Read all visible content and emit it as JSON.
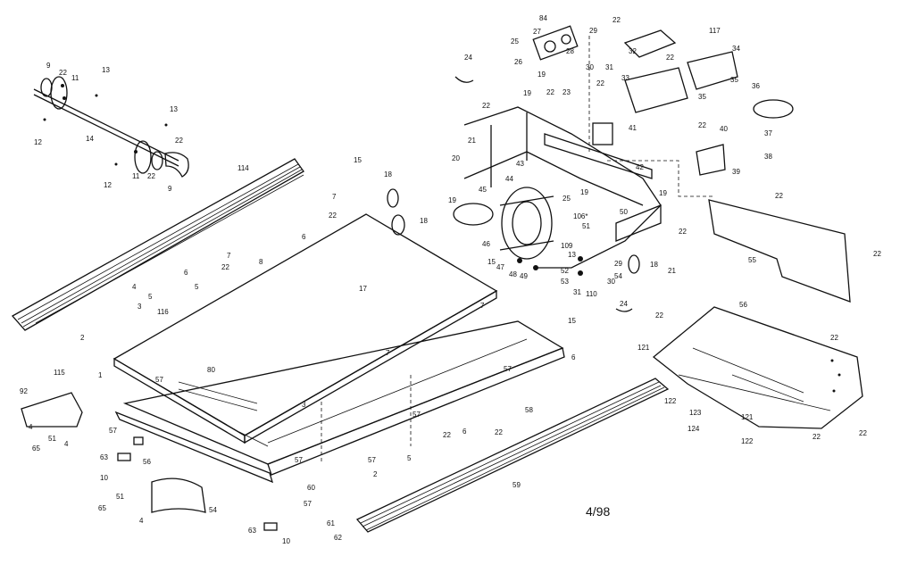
{
  "diagram": {
    "footer_date": "4/98",
    "parts": [
      {
        "id": "roller-front-axle",
        "label": "9"
      },
      {
        "id": "roller-front-22",
        "label": "22"
      },
      {
        "id": "roller-front-11",
        "label": "11"
      },
      {
        "id": "roller-front-13a",
        "label": "13"
      },
      {
        "id": "roller-front-12a",
        "label": "12"
      },
      {
        "id": "roller-front-14",
        "label": "14"
      },
      {
        "id": "roller-front-13b",
        "label": "13"
      },
      {
        "id": "roller-front-12b",
        "label": "12"
      },
      {
        "id": "roller-front-11b",
        "label": "11"
      },
      {
        "id": "roller-front-22b",
        "label": "22"
      },
      {
        "id": "roller-front-9b",
        "label": "9"
      },
      {
        "id": "roller-front-22c",
        "label": "22"
      },
      {
        "id": "rail-114",
        "label": "114"
      },
      {
        "id": "motor-84",
        "label": "84"
      },
      {
        "id": "motor-25",
        "label": "25"
      },
      {
        "id": "motor-27",
        "label": "27"
      },
      {
        "id": "motor-28",
        "label": "28"
      },
      {
        "id": "motor-26",
        "label": "26"
      },
      {
        "id": "motor-19a",
        "label": "19"
      },
      {
        "id": "motor-29",
        "label": "29"
      },
      {
        "id": "motor-30",
        "label": "30"
      },
      {
        "id": "motor-31a",
        "label": "31"
      },
      {
        "id": "pcb-22a",
        "label": "22"
      },
      {
        "id": "pcb-32",
        "label": "32"
      },
      {
        "id": "pcb-117",
        "label": "117"
      },
      {
        "id": "pcb-22b",
        "label": "22"
      },
      {
        "id": "pcb-33",
        "label": "33"
      },
      {
        "id": "pcb-34",
        "label": "34"
      },
      {
        "id": "pcb-35a",
        "label": "35"
      },
      {
        "id": "pcb-35b",
        "label": "35"
      },
      {
        "id": "cord-36",
        "label": "36"
      },
      {
        "id": "wire-24a",
        "label": "24"
      },
      {
        "id": "frame-19b",
        "label": "19"
      },
      {
        "id": "frame-22a",
        "label": "22"
      },
      {
        "id": "frame-22b",
        "label": "22"
      },
      {
        "id": "frame-23",
        "label": "23"
      },
      {
        "id": "frame-22c",
        "label": "22"
      },
      {
        "id": "frame-21a",
        "label": "21"
      },
      {
        "id": "frame-20",
        "label": "20"
      },
      {
        "id": "frame-41",
        "label": "41"
      },
      {
        "id": "frame-22d",
        "label": "22"
      },
      {
        "id": "frame-40",
        "label": "40"
      },
      {
        "id": "frame-37",
        "label": "37"
      },
      {
        "id": "frame-38",
        "label": "38"
      },
      {
        "id": "frame-39",
        "label": "39"
      },
      {
        "id": "frame-42",
        "label": "42"
      },
      {
        "id": "frame-43",
        "label": "43"
      },
      {
        "id": "frame-15a",
        "label": "15"
      },
      {
        "id": "frame-18a",
        "label": "18"
      },
      {
        "id": "frame-19c",
        "label": "19"
      },
      {
        "id": "frame-44",
        "label": "44"
      },
      {
        "id": "frame-45",
        "label": "45"
      },
      {
        "id": "frame-25",
        "label": "25"
      },
      {
        "id": "frame-19d",
        "label": "19"
      },
      {
        "id": "frame-19e",
        "label": "19"
      },
      {
        "id": "frame-106",
        "label": "106*"
      },
      {
        "id": "frame-50",
        "label": "50"
      },
      {
        "id": "frame-51",
        "label": "51"
      },
      {
        "id": "frame-22e",
        "label": "22"
      },
      {
        "id": "frame-55",
        "label": "55"
      },
      {
        "id": "frame-22f",
        "label": "22"
      },
      {
        "id": "frame-22g",
        "label": "22"
      },
      {
        "id": "frame-16a",
        "label": "6"
      },
      {
        "id": "frame-22h",
        "label": "22"
      },
      {
        "id": "frame-7a",
        "label": "7"
      },
      {
        "id": "frame-18b",
        "label": "18"
      },
      {
        "id": "frame-46",
        "label": "46"
      },
      {
        "id": "frame-15b",
        "label": "15"
      },
      {
        "id": "frame-47",
        "label": "47"
      },
      {
        "id": "frame-48",
        "label": "48"
      },
      {
        "id": "frame-49",
        "label": "49"
      },
      {
        "id": "frame-109",
        "label": "109"
      },
      {
        "id": "frame-13",
        "label": "13"
      },
      {
        "id": "frame-29",
        "label": "29"
      },
      {
        "id": "frame-54a",
        "label": "54"
      },
      {
        "id": "frame-52",
        "label": "52"
      },
      {
        "id": "frame-53",
        "label": "53"
      },
      {
        "id": "frame-31",
        "label": "31"
      },
      {
        "id": "frame-110",
        "label": "110"
      },
      {
        "id": "frame-30",
        "label": "30"
      },
      {
        "id": "frame-18c",
        "label": "18"
      },
      {
        "id": "frame-21b",
        "label": "21"
      },
      {
        "id": "deck-7b",
        "label": "7"
      },
      {
        "id": "deck-22a",
        "label": "22"
      },
      {
        "id": "deck-6a",
        "label": "6"
      },
      {
        "id": "deck-5a",
        "label": "5"
      },
      {
        "id": "deck-4a",
        "label": "4"
      },
      {
        "id": "deck-5b",
        "label": "5"
      },
      {
        "id": "deck-116",
        "label": "116"
      },
      {
        "id": "deck-8",
        "label": "8"
      },
      {
        "id": "deck-17",
        "label": "17"
      },
      {
        "id": "deck-3a",
        "label": "3"
      },
      {
        "id": "deck-2a",
        "label": "2"
      },
      {
        "id": "deck-1",
        "label": "1"
      },
      {
        "id": "deck-57a",
        "label": "57"
      },
      {
        "id": "deck-80",
        "label": "80"
      },
      {
        "id": "deck-7c",
        "label": "7"
      },
      {
        "id": "deck-15c",
        "label": "15"
      },
      {
        "id": "deck-24b",
        "label": "24"
      },
      {
        "id": "deck-7d",
        "label": "7"
      },
      {
        "id": "deck-6b",
        "label": "6"
      },
      {
        "id": "deck-57b",
        "label": "57"
      },
      {
        "id": "deck-3b",
        "label": "3"
      },
      {
        "id": "deck-57c",
        "label": "57"
      },
      {
        "id": "deck-22b",
        "label": "22"
      },
      {
        "id": "deck-6c",
        "label": "6"
      },
      {
        "id": "deck-58",
        "label": "58"
      },
      {
        "id": "deck-22c",
        "label": "22"
      },
      {
        "id": "deck-5c",
        "label": "5"
      },
      {
        "id": "deck-57d",
        "label": "57"
      },
      {
        "id": "deck-2b",
        "label": "2"
      },
      {
        "id": "deck-60",
        "label": "60"
      },
      {
        "id": "deck-57e",
        "label": "57"
      },
      {
        "id": "deck-57f",
        "label": "57"
      },
      {
        "id": "rear-115",
        "label": "115"
      },
      {
        "id": "rear-92",
        "label": "92"
      },
      {
        "id": "rear-4a",
        "label": "4"
      },
      {
        "id": "rear-51a",
        "label": "51"
      },
      {
        "id": "rear-4b",
        "label": "4"
      },
      {
        "id": "rear-65a",
        "label": "65"
      },
      {
        "id": "rear-57",
        "label": "57"
      },
      {
        "id": "rear-63a",
        "label": "63"
      },
      {
        "id": "rear-56a",
        "label": "56"
      },
      {
        "id": "rear-10a",
        "label": "10"
      },
      {
        "id": "rear-51b",
        "label": "51"
      },
      {
        "id": "rear-65b",
        "label": "65"
      },
      {
        "id": "rear-4c",
        "label": "4"
      },
      {
        "id": "rear-54",
        "label": "54"
      },
      {
        "id": "rear-63b",
        "label": "63"
      },
      {
        "id": "rear-10b",
        "label": "10"
      },
      {
        "id": "rear-61",
        "label": "61"
      },
      {
        "id": "rear-62",
        "label": "62"
      },
      {
        "id": "rail-59",
        "label": "59"
      },
      {
        "id": "base-22a",
        "label": "22"
      },
      {
        "id": "base-56",
        "label": "56"
      },
      {
        "id": "base-22b",
        "label": "22"
      },
      {
        "id": "base-121a",
        "label": "121"
      },
      {
        "id": "base-122a",
        "label": "122"
      },
      {
        "id": "base-123",
        "label": "123"
      },
      {
        "id": "base-124",
        "label": "124"
      },
      {
        "id": "base-121b",
        "label": "121"
      },
      {
        "id": "base-122b",
        "label": "122"
      },
      {
        "id": "base-22c",
        "label": "22"
      },
      {
        "id": "base-22d",
        "label": "22"
      }
    ]
  }
}
